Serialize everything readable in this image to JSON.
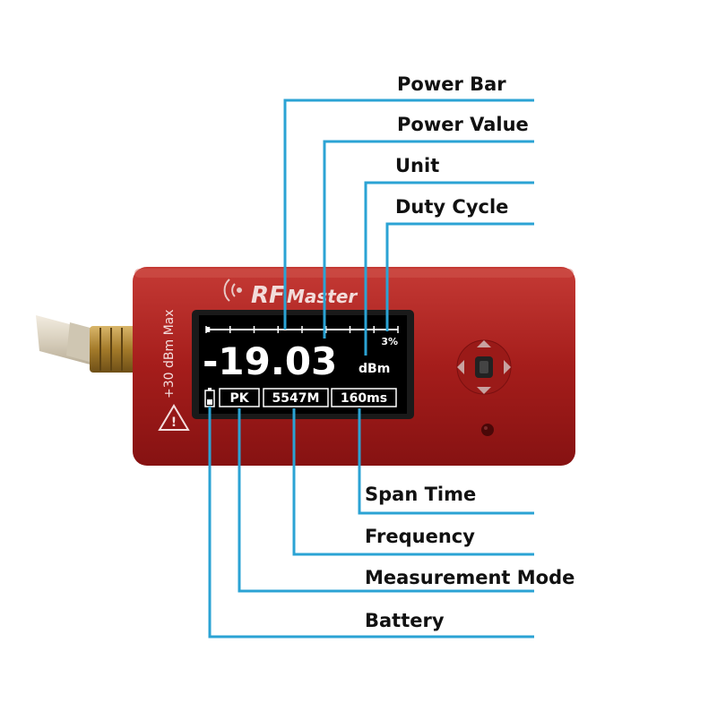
{
  "device": {
    "brand_rf": "RF",
    "brand_master": "Master",
    "side_warning": "+30 dBm Max"
  },
  "screen": {
    "duty_cycle": "3%",
    "power_value": "-19.03",
    "unit": "dBm",
    "mode": "PK",
    "frequency": "5547M",
    "span_time": "160ms",
    "power_bar_fraction": 0.02
  },
  "callouts": {
    "power_bar": "Power Bar",
    "power_value": "Power Value",
    "unit": "Unit",
    "duty_cycle": "Duty Cycle",
    "span_time": "Span Time",
    "frequency": "Frequency",
    "measurement_mode": "Measurement Mode",
    "battery": "Battery"
  },
  "colors": {
    "callout_line": "#2ba3d4",
    "device_body": "#a71c1c",
    "screen_bg": "#000000",
    "screen_text": "#ffffff"
  }
}
